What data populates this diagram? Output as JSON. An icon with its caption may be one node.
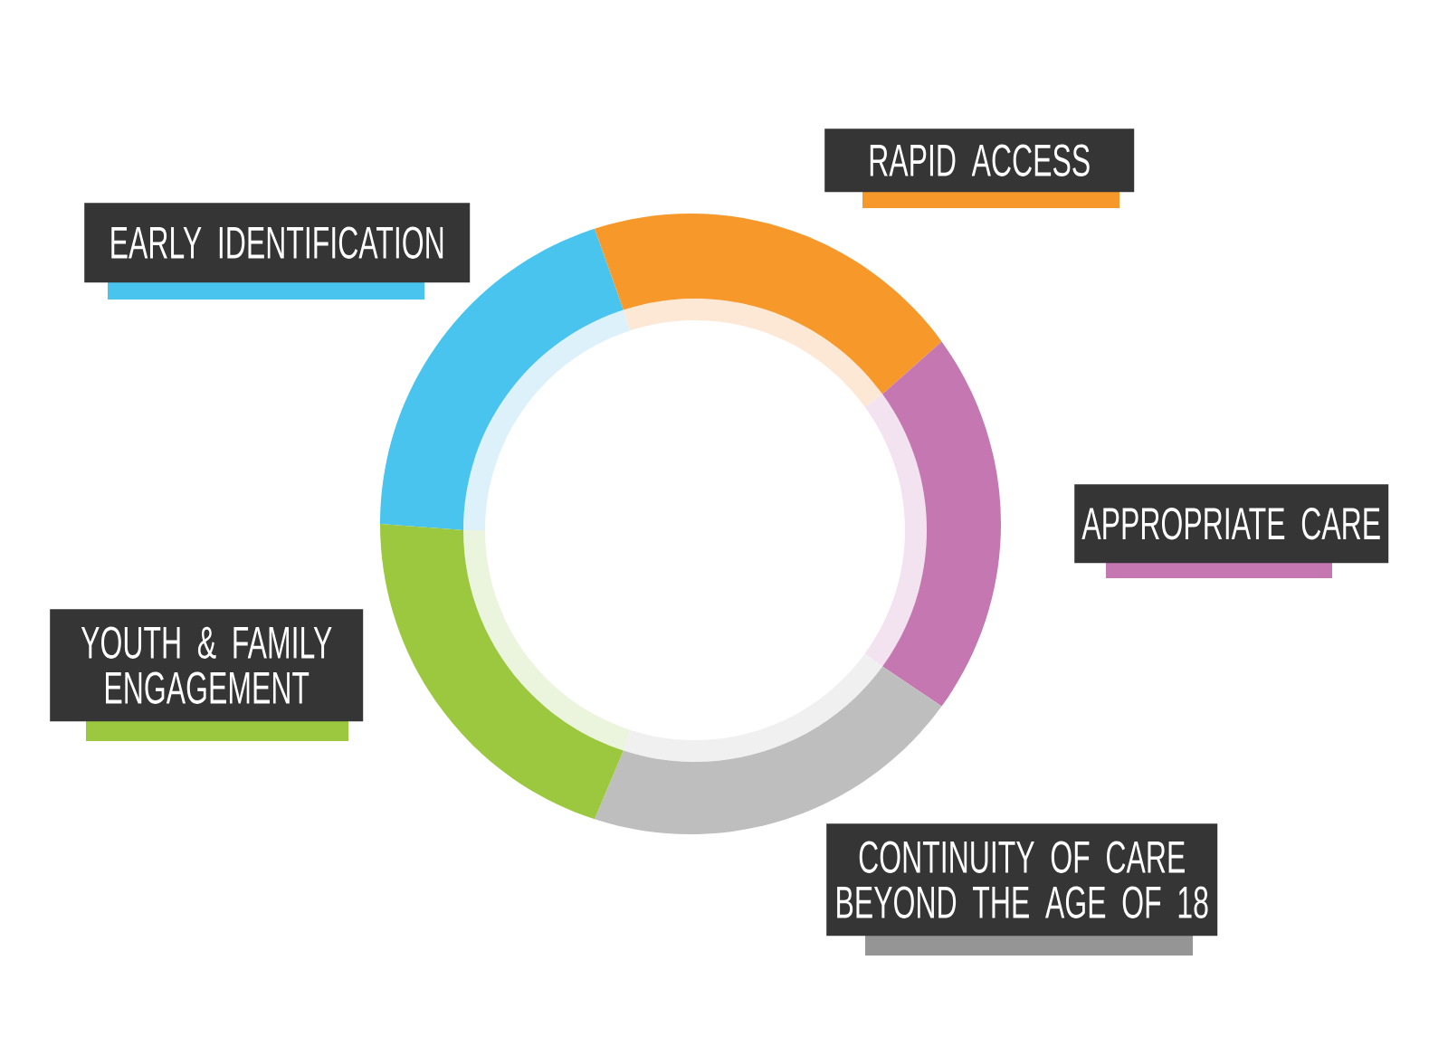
{
  "diagram": {
    "nodes": [
      {
        "text": [
          "RAPID ACCESS"
        ]
      },
      {
        "text": [
          "EARLY IDENTIFICATION"
        ]
      },
      {
        "text": [
          "APPROPRIATE CARE"
        ]
      },
      {
        "text": [
          "YOUTH & FAMILY ENGAGEMENT"
        ]
      },
      {
        "text": [
          "CONTINUITY OF CARE BEYOND THE AGE OF 18"
        ]
      }
    ]
  }
}
